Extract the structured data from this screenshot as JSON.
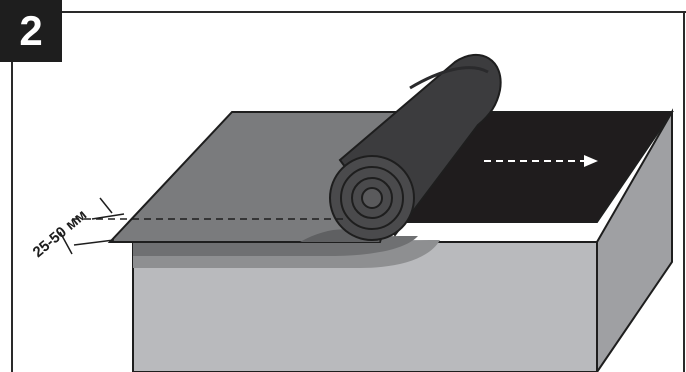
{
  "step": {
    "number": "2"
  },
  "dimension": {
    "label": "25-50 мм"
  },
  "colors": {
    "frame": "#2a2a2a",
    "block_front": "#b9babd",
    "block_side": "#9fa0a3",
    "membrane_unrolled": "#7a7b7d",
    "membrane_shadow": "#909193",
    "roof_remaining": "#1f1c1d",
    "roll": "#3c3c3e",
    "arrow": "#ffffff",
    "badge_bg": "#1e1e1e"
  },
  "icons": {
    "direction": "dashed-arrow-right"
  }
}
